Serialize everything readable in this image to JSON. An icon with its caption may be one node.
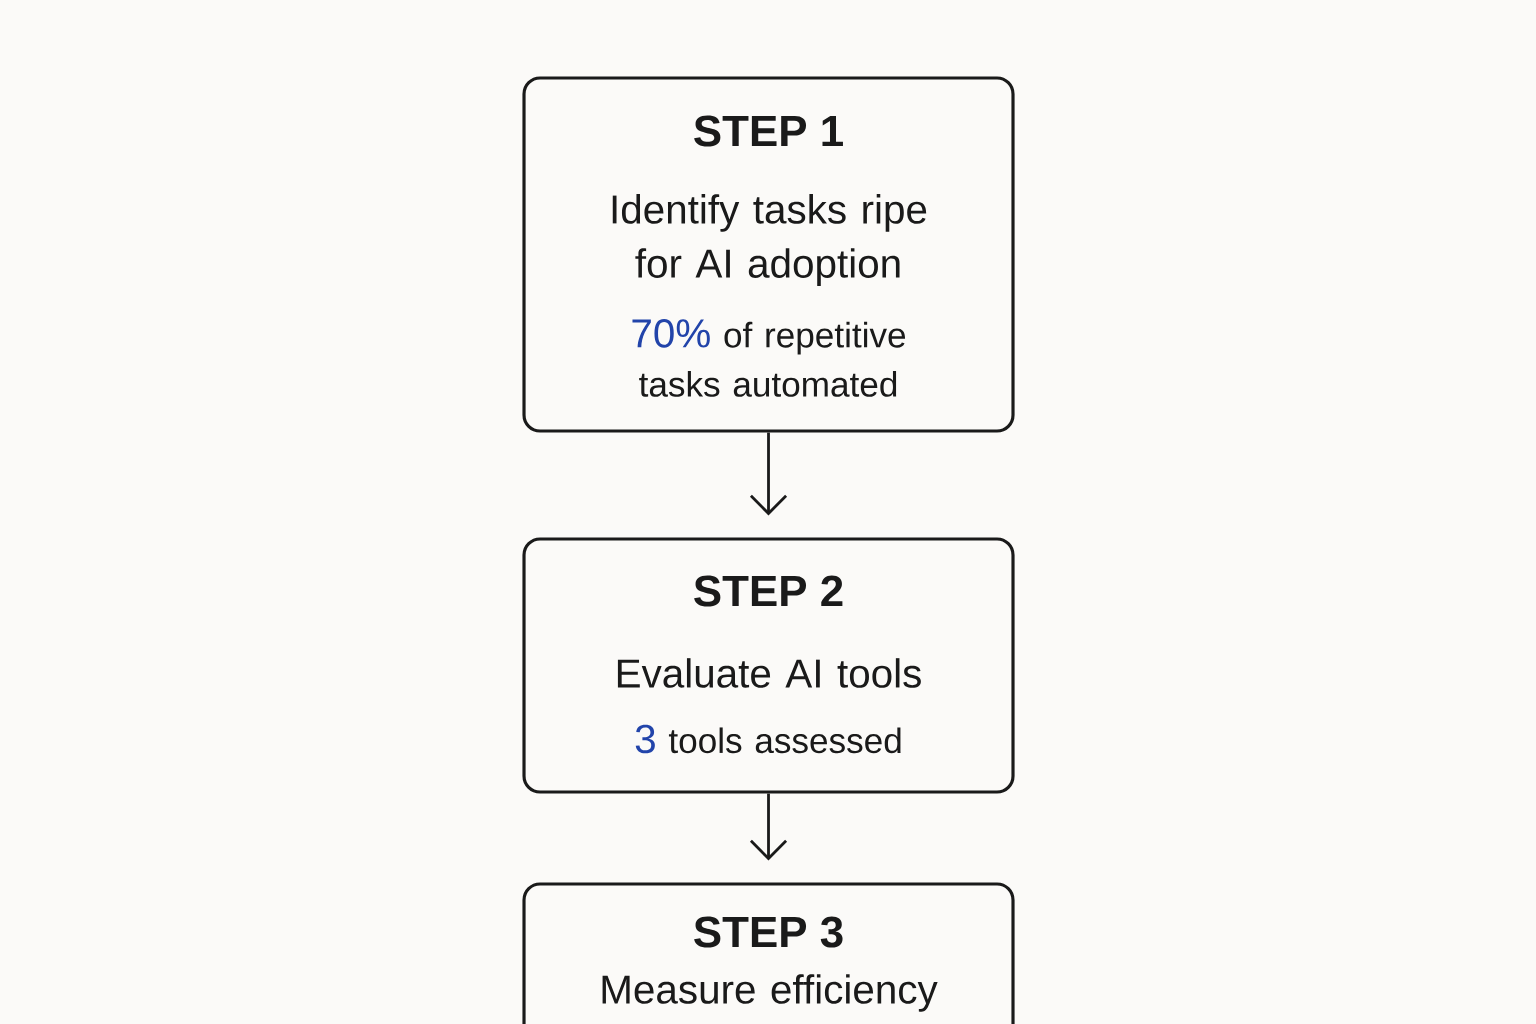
{
  "diagram": {
    "nodes": [
      {
        "text": [
          "STEP 1",
          "Identify tasks ripe for AI adoption",
          "70%",
          "of repetitive tasks automated"
        ]
      },
      {
        "text": [
          "STEP 2",
          "Evaluate AI tools",
          "3",
          "tools assessed"
        ]
      },
      {
        "text": [
          "STEP 3",
          "Measure efficiency"
        ]
      }
    ],
    "edges": [
      {
        "from": 0,
        "to": 1,
        "arrow": "to"
      },
      {
        "from": 1,
        "to": 2,
        "arrow": "to"
      }
    ]
  }
}
